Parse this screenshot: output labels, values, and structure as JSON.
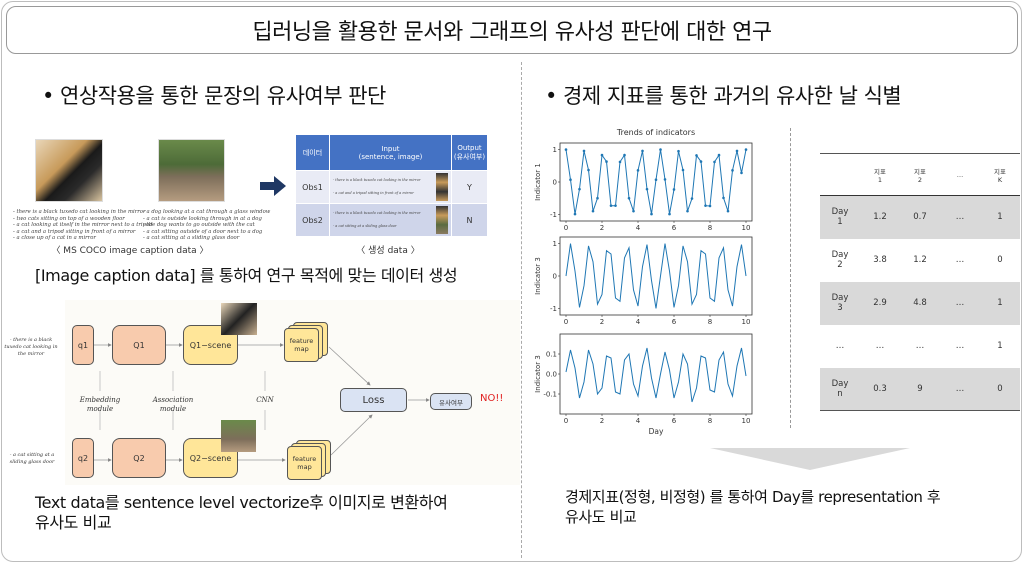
{
  "title": "딥러닝을 활용한 문서와 그래프의 유사성 판단에 대한 연구",
  "left": {
    "bullet": "•   연상작용을 통한 문장의 유사여부 판단",
    "coco": {
      "caption": "〈 MS COCO image caption data 〉",
      "captions1": [
        "- there is a black tuxedo cat looking in the mirror",
        "- two cats sitting on top of a wooden floor",
        "- a cat looking at itself in the mirror next to a tripod",
        "- a cat and a tripod sitting in front of a mirror",
        "- a close up of a cat in a mirror"
      ],
      "captions2": [
        "- a dog looking at a cat through a glass window",
        "- a cat is outside looking through in at a dog",
        "- the dog wants to go outside with the cat",
        "- a cat sitting outside of a door next to a dog",
        "- a cat sitting at a sliding glass door"
      ]
    },
    "generated": {
      "caption": "〈 생성 data 〉",
      "headers": [
        "데이터",
        "Input\n(sentence, image)",
        "Output\n(유사여부)"
      ],
      "rows": [
        {
          "name": "Obs1",
          "s1": "- there is a black tuxedo cat looking in the mirror",
          "s2": "- a cat and a tripod sitting in front of a mirror",
          "out": "Y"
        },
        {
          "name": "Obs2",
          "s1": "- there is a black tuxedo cat looking in the mirror",
          "s2": "- a cat sitting at a sliding glass door",
          "out": "N"
        }
      ]
    },
    "desc1": "[Image caption data] 를 통하여 연구 목적에 맞는 데이터 생성",
    "diagram": {
      "q1_text": "- there is a black tuxedo cat looking in the mirror",
      "q2_text": "- a cat sitting at a sliding glass door",
      "q1": "q1",
      "Q1": "Q1",
      "Q1_scene": "Q1−scene",
      "q2": "q2",
      "Q2": "Q2",
      "Q2_scene": "Q2−scene",
      "feature_map": "feature map",
      "embedding": "Embedding module",
      "association": "Association module",
      "cnn": "CNN",
      "loss": "Loss",
      "result": "유사여부",
      "no": "NO!!",
      "no_color": "#e02020"
    },
    "desc2_line1": "Text data를 sentence level vectorize후 이미지로 변환하여",
    "desc2_line2": "유사도 비교"
  },
  "right": {
    "bullet": "•   경제 지표를 통한 과거의 유사한 날 식별",
    "desc_line1": "경제지표(정형, 비정형) 를 통하여 Day를 representation 후",
    "desc_line2": "유사도 비교",
    "table": {
      "headers": [
        "",
        "지표\n1",
        "지표\n2",
        "…",
        "지표\nK"
      ],
      "rows": [
        [
          "Day\n1",
          "1.2",
          "0.7",
          "…",
          "1"
        ],
        [
          "Day\n2",
          "3.8",
          "1.2",
          "…",
          "0"
        ],
        [
          "Day\n3",
          "2.9",
          "4.8",
          "…",
          "1"
        ],
        [
          "…",
          "…",
          "…",
          "…",
          "1"
        ],
        [
          "Day\nn",
          "0.3",
          "9",
          "…",
          "0"
        ]
      ]
    }
  },
  "chart_data": [
    {
      "type": "line",
      "title": "Trends of indicators",
      "ylabel": "Indicator 1",
      "xlabel": "",
      "xlim": [
        0,
        10
      ],
      "ylim": [
        -1,
        1
      ],
      "xticks": [
        0,
        2,
        4,
        6,
        8,
        10
      ],
      "yticks": [
        -1,
        0,
        1
      ],
      "color": "#1f77b4",
      "markers": true,
      "x": [
        0,
        0.25,
        0.5,
        0.75,
        1,
        1.25,
        1.5,
        1.75,
        2,
        2.25,
        2.5,
        2.75,
        3,
        3.25,
        3.5,
        3.75,
        4,
        4.25,
        4.5,
        4.75,
        5,
        5.25,
        5.5,
        5.75,
        6,
        6.25,
        6.5,
        6.75,
        7,
        7.25,
        7.5,
        7.75,
        8,
        8.25,
        8.5,
        8.75,
        9,
        9.25,
        9.5,
        9.75,
        10
      ],
      "y": [
        1,
        0.07,
        -0.99,
        -0.22,
        0.96,
        0.37,
        -0.9,
        -0.5,
        0.83,
        0.63,
        -0.73,
        -0.73,
        0.62,
        0.83,
        -0.5,
        -0.9,
        0.36,
        0.96,
        -0.22,
        -0.99,
        0.07,
        1,
        0.08,
        -0.99,
        -0.23,
        0.95,
        0.37,
        -0.9,
        -0.51,
        0.82,
        0.63,
        -0.73,
        -0.74,
        0.62,
        0.83,
        -0.49,
        -0.9,
        0.36,
        0.96,
        0.28,
        1
      ]
    },
    {
      "type": "line",
      "title": "",
      "ylabel": "Indicator 3",
      "xlabel": "",
      "xlim": [
        0,
        10
      ],
      "ylim": [
        -1,
        1
      ],
      "xticks": [
        0,
        2,
        4,
        6,
        8,
        10
      ],
      "yticks": [
        -1,
        0,
        1
      ],
      "color": "#1f77b4",
      "markers": false,
      "x": [
        0,
        0.25,
        0.5,
        0.75,
        1,
        1.25,
        1.5,
        1.75,
        2,
        2.25,
        2.5,
        2.75,
        3,
        3.25,
        3.5,
        3.75,
        4,
        4.25,
        4.5,
        4.75,
        5,
        5.25,
        5.5,
        5.75,
        6,
        6.25,
        6.5,
        6.75,
        7,
        7.25,
        7.5,
        7.75,
        8,
        8.25,
        8.5,
        8.75,
        9,
        9.25,
        9.5,
        9.75,
        10
      ],
      "y": [
        0,
        1,
        0.15,
        -0.97,
        -0.3,
        0.93,
        0.44,
        -0.87,
        -0.57,
        0.78,
        0.68,
        -0.68,
        -0.78,
        0.56,
        0.87,
        -0.43,
        -0.93,
        0.29,
        0.97,
        -0.14,
        -1,
        0,
        1,
        0.15,
        -0.97,
        -0.3,
        0.93,
        0.44,
        -0.87,
        -0.57,
        0.78,
        0.68,
        -0.68,
        -0.78,
        0.56,
        0.87,
        -0.43,
        -0.93,
        0.29,
        0.97,
        0
      ]
    },
    {
      "type": "line",
      "title": "",
      "ylabel": "Indicator 3",
      "xlabel": "Day",
      "xlim": [
        0,
        10
      ],
      "ylim": [
        -0.15,
        0.15
      ],
      "xticks": [
        0,
        2,
        4,
        6,
        8,
        10
      ],
      "yticks": [
        -0.1,
        0.0,
        0.1
      ],
      "color": "#1f77b4",
      "markers": false,
      "x": [
        0,
        0.25,
        0.5,
        0.75,
        1,
        1.25,
        1.5,
        1.75,
        2,
        2.25,
        2.5,
        2.75,
        3,
        3.25,
        3.5,
        3.75,
        4,
        4.25,
        4.5,
        4.75,
        5,
        5.25,
        5.5,
        5.75,
        6,
        6.25,
        6.5,
        6.75,
        7,
        7.25,
        7.5,
        7.75,
        8,
        8.25,
        8.5,
        8.75,
        9,
        9.25,
        9.5,
        9.75,
        10
      ],
      "y": [
        0.01,
        0.12,
        0.03,
        -0.12,
        -0.04,
        0.12,
        0.05,
        -0.1,
        -0.07,
        0.09,
        0.08,
        -0.09,
        -0.1,
        0.07,
        0.1,
        -0.05,
        -0.11,
        0.04,
        0.13,
        -0.02,
        -0.12,
        0.0,
        0.11,
        0.02,
        -0.12,
        -0.04,
        0.1,
        0.05,
        -0.14,
        -0.07,
        0.09,
        0.08,
        -0.08,
        -0.09,
        0.07,
        0.11,
        -0.05,
        -0.11,
        0.04,
        0.13,
        -0.01
      ]
    }
  ]
}
